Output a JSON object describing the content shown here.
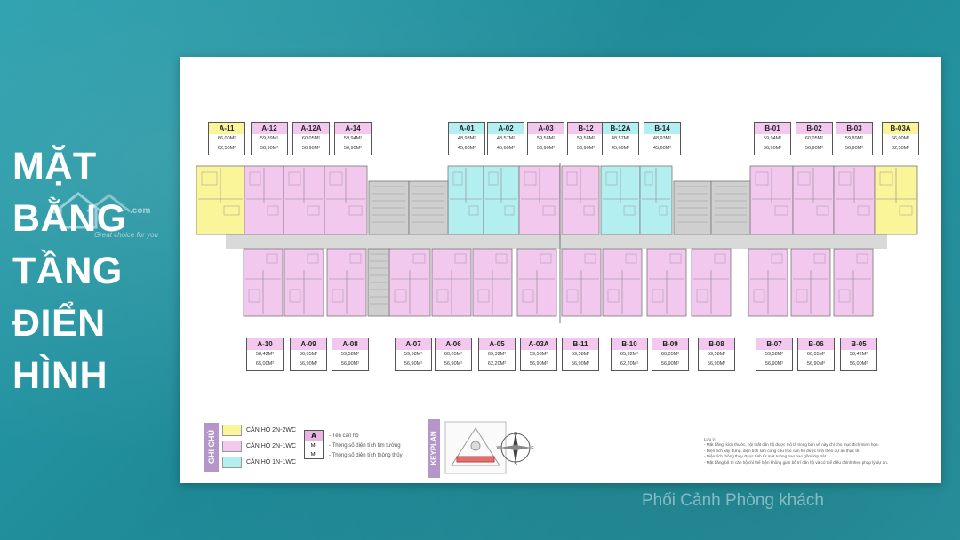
{
  "title_lines": [
    "MẶT",
    "BẰNG",
    "TẦNG",
    "ĐIỂN",
    "HÌNH"
  ],
  "watermark": {
    "name": ".com",
    "slogan": "Great choice for you"
  },
  "caption": "Phối Cảnh Phòng khách",
  "colors": {
    "type_2n2wc": "#fbf59a",
    "type_2n1wc": "#f3c8ef",
    "type_1n1wc": "#b3eef0",
    "corridor": "#d9d9d9",
    "core": "#cfcfcf",
    "legend_accent": "#b497c8"
  },
  "top_units": [
    {
      "code": "A-11",
      "area1": "66,00M²",
      "area2": "62,50M²",
      "type": "type_2n2wc"
    },
    {
      "code": "A-12",
      "area1": "59,89M²",
      "area2": "56,90M²",
      "type": "type_2n1wc"
    },
    {
      "code": "A-12A",
      "area1": "60,05M²",
      "area2": "56,90M²",
      "type": "type_2n1wc"
    },
    {
      "code": "A-14",
      "area1": "59,94M²",
      "area2": "56,90M²",
      "type": "type_2n1wc"
    },
    {
      "code": "A-01",
      "area1": "48,93M²",
      "area2": "45,60M²",
      "type": "type_1n1wc"
    },
    {
      "code": "A-02",
      "area1": "48,57M²",
      "area2": "45,60M²",
      "type": "type_1n1wc"
    },
    {
      "code": "A-03",
      "area1": "59,58M²",
      "area2": "56,90M²",
      "type": "type_2n1wc"
    },
    {
      "code": "B-12",
      "area1": "59,58M²",
      "area2": "56,90M²",
      "type": "type_2n1wc"
    },
    {
      "code": "B-12A",
      "area1": "48,57M²",
      "area2": "45,60M²",
      "type": "type_1n1wc"
    },
    {
      "code": "B-14",
      "area1": "48,93M²",
      "area2": "45,60M²",
      "type": "type_1n1wc"
    },
    {
      "code": "B-01",
      "area1": "59,94M²",
      "area2": "56,90M²",
      "type": "type_2n1wc"
    },
    {
      "code": "B-02",
      "area1": "60,05M²",
      "area2": "56,90M²",
      "type": "type_2n1wc"
    },
    {
      "code": "B-03",
      "area1": "59,89M²",
      "area2": "56,90M²",
      "type": "type_2n1wc"
    },
    {
      "code": "B-03A",
      "area1": "66,00M²",
      "area2": "62,50M²",
      "type": "type_2n2wc"
    }
  ],
  "bottom_units": [
    {
      "code": "A-10",
      "area1": "58,42M²",
      "area2": "65,00M²"
    },
    {
      "code": "A-09",
      "area1": "60,05M²",
      "area2": "56,90M²"
    },
    {
      "code": "A-08",
      "area1": "59,58M²",
      "area2": "56,90M²"
    },
    {
      "code": "A-07",
      "area1": "59,58M²",
      "area2": "56,90M²"
    },
    {
      "code": "A-06",
      "area1": "60,05M²",
      "area2": "56,90M²"
    },
    {
      "code": "A-05",
      "area1": "65,32M²",
      "area2": "62,20M²"
    },
    {
      "code": "A-03A",
      "area1": "59,58M²",
      "area2": "56,90M²"
    },
    {
      "code": "B-11",
      "area1": "59,58M²",
      "area2": "56,90M²"
    },
    {
      "code": "B-10",
      "area1": "65,32M²",
      "area2": "62,20M²"
    },
    {
      "code": "B-09",
      "area1": "60,05M²",
      "area2": "56,90M²"
    },
    {
      "code": "B-08",
      "area1": "59,58M²",
      "area2": "56,90M²"
    },
    {
      "code": "B-07",
      "area1": "59,58M²",
      "area2": "56,90M²"
    },
    {
      "code": "B-06",
      "area1": "60,05M²",
      "area2": "56,90M²"
    },
    {
      "code": "B-05",
      "area1": "58,42M²",
      "area2": "56,00M²"
    }
  ],
  "legend": {
    "title": "GHI CHÚ",
    "items": [
      {
        "label": "CĂN HỘ 2N-2WC",
        "type": "type_2n2wc"
      },
      {
        "label": "CĂN HỘ 2N-1WC",
        "type": "type_2n1wc"
      },
      {
        "label": "CĂN HỘ 1N-1WC",
        "type": "type_1n1wc"
      }
    ],
    "key": {
      "code": "A",
      "m1": "M²",
      "m2": "M²",
      "desc": [
        "- Tên căn hộ",
        "- Thông số diện tích tim tường",
        "- Thông số diện tích thông thủy"
      ]
    }
  },
  "keyplan_title": "KEYPLAN",
  "compass_labels": [
    "N",
    "S",
    "E",
    "W"
  ],
  "notes": [
    "Lưu ý:",
    "- Mặt bằng, kích thước, nội thất căn hộ được mô tả trong bản vẽ này chỉ cho mục đích minh họa.",
    "- Diện tích xây dựng, diện tích sàn cùng cấu trúc căn hộ được tính theo dự án thực tế.",
    "- Diện tích thông thủy được tính từ mặt tường bao bao gồm lớp trát.",
    "- Mặt bằng bố trí căn hộ chỉ thể hiện không gian bố trí căn hộ và có thể điều chỉnh theo pháp lý dự án."
  ]
}
